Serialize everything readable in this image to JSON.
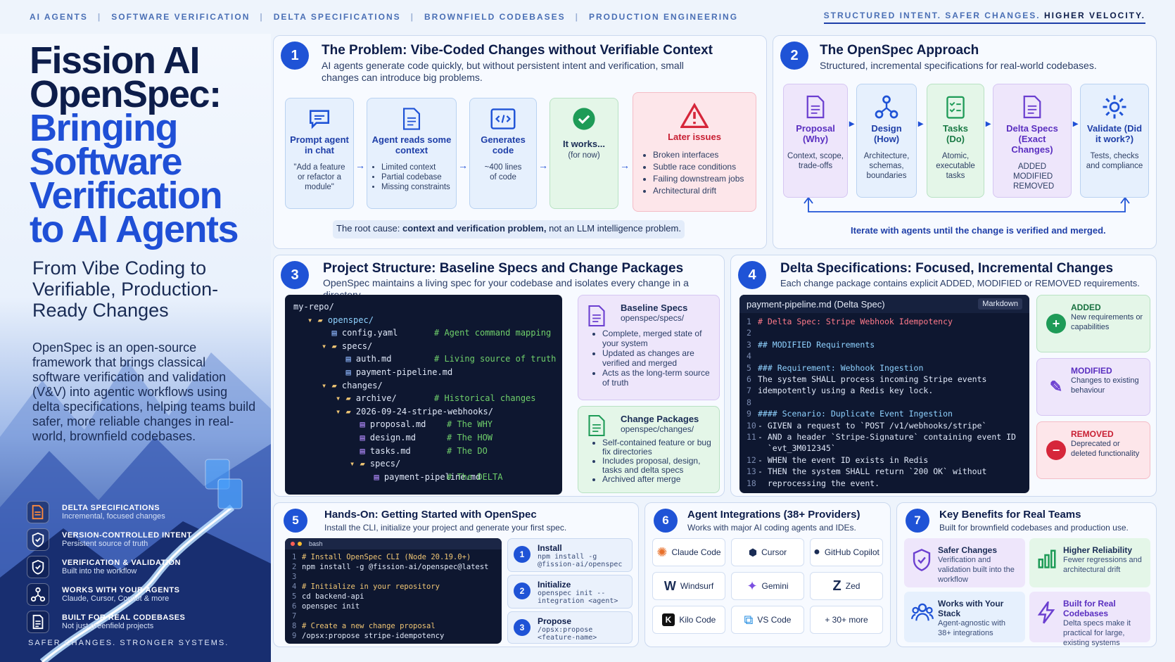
{
  "topbar": {
    "nav": [
      "AI AGENTS",
      "SOFTWARE VERIFICATION",
      "DELTA SPECIFICATIONS",
      "BROWNFIELD CODEBASES",
      "PRODUCTION ENGINEERING"
    ],
    "tagline_a": "STRUCTURED INTENT. SAFER CHANGES.",
    "tagline_b": "HIGHER VELOCITY."
  },
  "hero": {
    "title_line1": "Fission AI",
    "title_line2": "OpenSpec:",
    "title_blue": [
      "Bringing",
      "Software",
      "Verification",
      "to AI Agents"
    ],
    "subtitle": "From Vibe Coding to Verifiable, Production-Ready Changes",
    "description": "OpenSpec is an open-source framework that brings classical software verification and validation (V&V) into agentic workflows using delta specifications, helping teams build safer, more reliable changes in real-world, brownfield codebases.",
    "features": [
      {
        "icon": "document-icon",
        "title": "DELTA SPECIFICATIONS",
        "desc": "Incremental, focused changes"
      },
      {
        "icon": "shield-icon",
        "title": "VERSION-CONTROLLED INTENT",
        "desc": "Persistent source of truth"
      },
      {
        "icon": "shield-check-icon",
        "title": "VERIFICATION & VALIDATION",
        "desc": "Built into the workflow"
      },
      {
        "icon": "network-icon",
        "title": "WORKS WITH YOUR AGENTS",
        "desc": "Claude, Cursor, Copilot & more"
      },
      {
        "icon": "file-icon",
        "title": "BUILT FOR REAL CODEBASES",
        "desc": "Not just greenfield projects"
      }
    ],
    "footer": "SAFER CHANGES. STRONGER SYSTEMS."
  },
  "p1": {
    "num": "1",
    "title": "The Problem: Vibe-Coded Changes without Verifiable Context",
    "sub": "AI agents generate code quickly, but without persistent intent and verification, small changes can introduce big problems.",
    "cards": [
      {
        "title": "Prompt agent in chat",
        "desc": "\"Add a feature or refactor a module\""
      },
      {
        "title": "Agent reads some context",
        "items": [
          "Limited context",
          "Partial codebase",
          "Missing constraints"
        ]
      },
      {
        "title": "Generates code",
        "desc": "~400 lines of code"
      },
      {
        "title": "It works...",
        "desc": "(for now)"
      }
    ],
    "issues_title": "Later issues",
    "issues": [
      "Broken interfaces",
      "Subtle race conditions",
      "Failing downstream jobs",
      "Architectural drift"
    ],
    "root_a": "The root cause:",
    "root_b": "context and verification problem,",
    "root_c": "not an LLM intelligence problem."
  },
  "p2": {
    "num": "2",
    "title": "The OpenSpec Approach",
    "sub": "Structured, incremental specifications for real-world codebases.",
    "cards": [
      {
        "title": "Proposal (Why)",
        "desc": "Context, scope, trade-offs"
      },
      {
        "title": "Design (How)",
        "desc": "Architecture, schemas, boundaries"
      },
      {
        "title": "Tasks (Do)",
        "desc": "Atomic, executable tasks"
      },
      {
        "title": "Delta Specs (Exact Changes)",
        "desc": "ADDED MODIFIED REMOVED"
      },
      {
        "title": "Validate (Did it work?)",
        "desc": "Tests, checks and compliance"
      }
    ],
    "loop": "Iterate with agents until the change is verified and merged."
  },
  "p3": {
    "num": "3",
    "title": "Project Structure: Baseline Specs and Change Packages",
    "sub": "OpenSpec maintains a living spec for your codebase and isolates every change in a directory.",
    "tree": [
      {
        "i": 0,
        "t": "my-repo/",
        "c": ""
      },
      {
        "i": 1,
        "t": "openspec/",
        "c": ""
      },
      {
        "i": 2,
        "t": "config.yaml",
        "c": "# Agent command mapping"
      },
      {
        "i": 2,
        "t": "specs/",
        "c": ""
      },
      {
        "i": 3,
        "t": "auth.md",
        "c": "# Living source of truth"
      },
      {
        "i": 3,
        "t": "payment-pipeline.md",
        "c": ""
      },
      {
        "i": 2,
        "t": "changes/",
        "c": ""
      },
      {
        "i": 3,
        "t": "archive/",
        "c": "# Historical changes"
      },
      {
        "i": 3,
        "t": "2026-09-24-stripe-webhooks/",
        "c": ""
      },
      {
        "i": 4,
        "t": "proposal.md",
        "c": "# The WHY"
      },
      {
        "i": 4,
        "t": "design.md",
        "c": "# The HOW"
      },
      {
        "i": 4,
        "t": "tasks.md",
        "c": "# The DO"
      },
      {
        "i": 4,
        "t": "specs/",
        "c": ""
      },
      {
        "i": 5,
        "t": "payment-pipeline.md",
        "c": "# The DELTA"
      }
    ],
    "baseline": {
      "title": "Baseline Specs",
      "path": "openspec/specs/",
      "items": [
        "Complete, merged state of your system",
        "Updated as changes are verified and merged",
        "Acts as the long-term source of truth"
      ]
    },
    "changes": {
      "title": "Change Packages",
      "path": "openspec/changes/",
      "items": [
        "Self-contained feature or bug fix directories",
        "Includes proposal, design, tasks and delta specs",
        "Archived after merge"
      ]
    }
  },
  "p4": {
    "num": "4",
    "title": "Delta Specifications: Focused, Incremental Changes",
    "sub": "Each change package contains explicit ADDED, MODIFIED or REMOVED requirements.",
    "file": "payment-pipeline.md (Delta Spec)",
    "lang": "Markdown",
    "lines": [
      "# Delta Spec: Stripe Webhook Idempotency",
      "",
      "## MODIFIED Requirements",
      "",
      "### Requirement: Webhook Ingestion",
      "The system SHALL process incoming Stripe events",
      "idempotently using a Redis key lock.",
      "",
      "#### Scenario: Duplicate Event Ingestion",
      "- GIVEN a request to `POST /v1/webhooks/stripe`",
      "- AND a header `Stripe-Signature` containing event ID",
      "  `evt_3M012345`",
      "- WHEN the event ID exists in Redis",
      "- THEN the system SHALL return `200 OK` without",
      "  reprocessing the event."
    ],
    "line_numbers": [
      "1",
      "2",
      "3",
      "4",
      "5",
      "6",
      "7",
      "8",
      "9",
      "10",
      "11",
      "",
      "12",
      "13",
      "18"
    ],
    "added": {
      "title": "ADDED",
      "desc": "New requirements or capabilities"
    },
    "modified": {
      "title": "MODIFIED",
      "desc": "Changes to existing behaviour"
    },
    "removed": {
      "title": "REMOVED",
      "desc": "Deprecated or deleted functionality"
    }
  },
  "p5": {
    "num": "5",
    "title": "Hands-On: Getting Started with OpenSpec",
    "sub": "Install the CLI, initialize your project and generate your first spec.",
    "shell": "bash",
    "lines": [
      "# Install OpenSpec CLI (Node 20.19.0+)",
      "npm install -g @fission-ai/openspec@latest",
      "",
      "# Initialize in your repository",
      "cd backend-api",
      "openspec init",
      "",
      "# Create a new change proposal",
      "/opsx:propose stripe-idempotency"
    ],
    "steps": [
      {
        "n": "1",
        "title": "Install",
        "cmd": "npm install -g @fission-ai/openspec"
      },
      {
        "n": "2",
        "title": "Initialize",
        "cmd": "openspec init --integration <agent>"
      },
      {
        "n": "3",
        "title": "Propose",
        "cmd": "/opsx:propose <feature-name>"
      }
    ]
  },
  "p6": {
    "num": "6",
    "title": "Agent Integrations (38+ Providers)",
    "sub": "Works with major AI coding agents and IDEs.",
    "providers": [
      "Claude Code",
      "Cursor",
      "GitHub Copilot",
      "Windsurf",
      "Gemini",
      "Zed",
      "Kilo Code",
      "VS Code",
      "+ 30+ more"
    ]
  },
  "p7": {
    "num": "7",
    "title": "Key Benefits for Real Teams",
    "sub": "Built for brownfield codebases and production use.",
    "benefits": [
      {
        "title": "Safer Changes",
        "desc": "Verification and validation built into the workflow"
      },
      {
        "title": "Higher Reliability",
        "desc": "Fewer regressions and architectural drift"
      },
      {
        "title": "Works with Your Stack",
        "desc": "Agent-agnostic with 38+ integrations"
      },
      {
        "title": "Built for Real Codebases",
        "desc": "Delta specs make it practical for large, existing systems"
      }
    ]
  },
  "colors": {
    "accent": "#1f53d6",
    "navy": "#0d1d4a",
    "added": "#1e9b57",
    "modified": "#6b3fd0",
    "removed": "#d6263a"
  }
}
